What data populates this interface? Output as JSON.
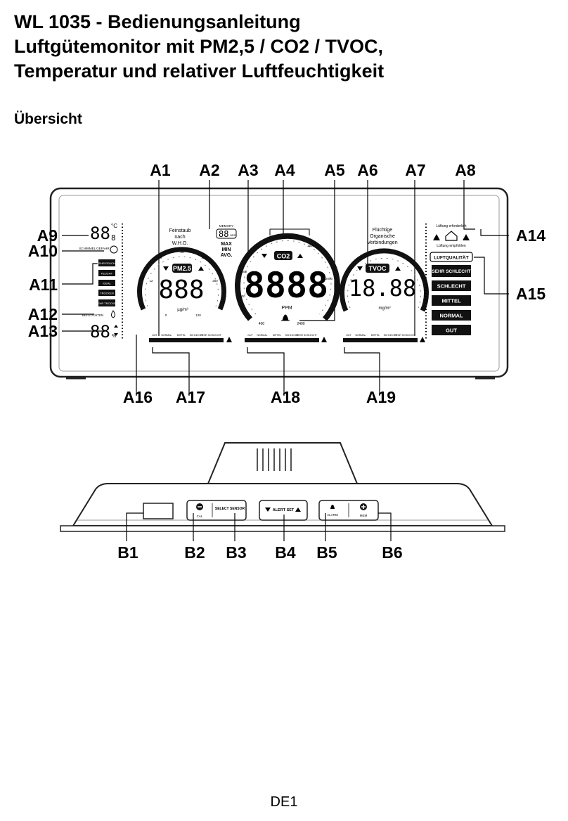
{
  "document": {
    "title_lines": [
      "WL 1035 - Bedienungsanleitung",
      "Luftgütemonitor mit PM2,5 / CO2 / TVOC,",
      "Temperatur und relativer Luftfeuchtigkeit"
    ],
    "section": "Übersicht",
    "page": "DE1"
  },
  "callouts_top": [
    "A1",
    "A2",
    "A3",
    "A4",
    "A5",
    "A6",
    "A7",
    "A8"
  ],
  "callouts_left": [
    "A9",
    "A10",
    "A11",
    "A12",
    "A13"
  ],
  "callouts_right": [
    "A14",
    "A15"
  ],
  "callouts_bottom": [
    "A16",
    "A17",
    "A18",
    "A19"
  ],
  "callouts_back": [
    "B1",
    "B2",
    "B3",
    "B4",
    "B5",
    "B6"
  ],
  "display": {
    "temp_digits": "88",
    "temp_small": "8",
    "temp_unit": "°C",
    "mold_label": "SCHIMMEL GEFAHR",
    "humidity_levels": [
      "SEHR FEUCHT",
      "FEUCHT",
      "IDEAL",
      "TROCKEN",
      "SEHR TROCKEN"
    ],
    "humidify_label": "BEFEUCHTEN",
    "humidity_digits": "88",
    "humidity_unit": "%",
    "pm_title": [
      "Feinstaub",
      "nach",
      "W.H.O."
    ],
    "pm_label": "PM2.5",
    "pm_digits": "888",
    "pm_unit": "µg/m³",
    "pm_scale": [
      "0",
      "12",
      "35",
      "55",
      "150",
      "250",
      "120"
    ],
    "memory_label": "MEMORY",
    "memory_digits": "88",
    "memory_unit": "HRS",
    "memory_modes": [
      "MAX",
      "MIN",
      "AVG."
    ],
    "co2_label": "CO2",
    "co2_digits": "8888",
    "co2_unit": "PPM",
    "co2_scale": [
      "400",
      "800",
      "1000",
      "1400",
      "1600",
      "2000",
      "2400"
    ],
    "tvoc_title": [
      "Flüchtige",
      "Organische",
      "Verbindungen"
    ],
    "tvoc_label": "TVOC",
    "tvoc_digits": "18.88",
    "tvoc_unit": "mg/m³",
    "ventilation_required": "Lüftung erforderlich",
    "ventilation_recommended": "Lüftung empfohlen",
    "air_quality_label": "LUFTQUALITÄT",
    "air_quality_levels": [
      "SEHR SCHLECHT",
      "SCHLECHT",
      "MITTEL",
      "NORMAL",
      "GUT"
    ],
    "bar_labels": [
      "GUT",
      "NORMAL",
      "MITTEL",
      "SCHLECHT",
      "SEHR SCHLECHT"
    ]
  },
  "back_buttons": {
    "b2_label": "CAL",
    "b3_label": "SELECT SENSOR",
    "b4_label": "ALERT SET",
    "b5_label": "ALARM",
    "b6_label": "MEM"
  }
}
